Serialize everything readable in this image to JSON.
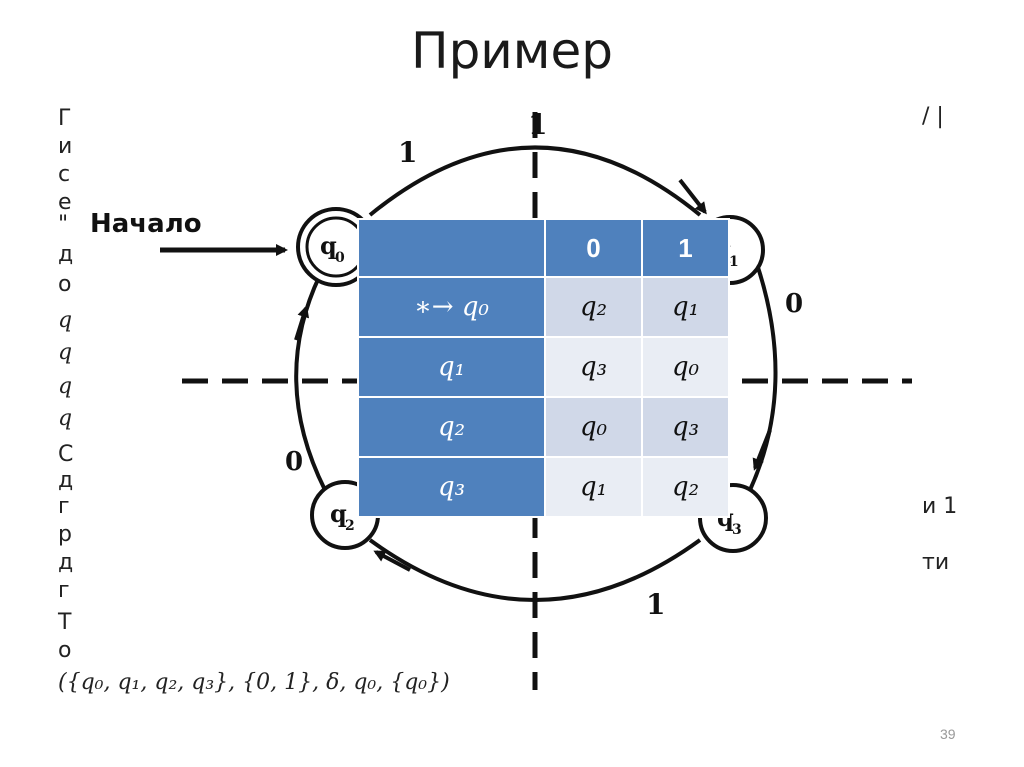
{
  "slide": {
    "title": "Пример",
    "page_number": "39"
  },
  "background_text": {
    "left_fragments": [
      "Г",
      "и",
      "с",
      "е",
      "\"",
      "д",
      "о",
      "q",
      "q",
      "q",
      "q",
      "С",
      "д",
      "г",
      "р",
      "д",
      "г",
      "Т",
      "о"
    ],
    "right_fragments": [
      "/ |",
      "и 1",
      "ти"
    ],
    "bottom_line": "({q₀, q₁, q₂, q₃}, {0, 1}, δ, q₀, {q₀})"
  },
  "diagram": {
    "start_label": "Начало",
    "states": [
      {
        "id": "q0",
        "label": "q",
        "sub": "0"
      },
      {
        "id": "q1",
        "label": "q",
        "sub": "1"
      },
      {
        "id": "q2",
        "label": "q",
        "sub": "2"
      },
      {
        "id": "q3",
        "label": "q",
        "sub": "3"
      }
    ],
    "edge_labels": {
      "q0_to_q1": "1",
      "top_center": "1",
      "q1_to_q3": "0",
      "q2_to_q0": "0",
      "q3_to_q2": "1"
    }
  },
  "transition_table": {
    "header": [
      "",
      "0",
      "1"
    ],
    "rows": [
      {
        "state": "∗→ q₀",
        "on0": "q₂",
        "on1": "q₁"
      },
      {
        "state": "q₁",
        "on0": "q₃",
        "on1": "q₀"
      },
      {
        "state": "q₂",
        "on0": "q₀",
        "on1": "q₃"
      },
      {
        "state": "q₃",
        "on0": "q₁",
        "on1": "q₂"
      }
    ]
  }
}
